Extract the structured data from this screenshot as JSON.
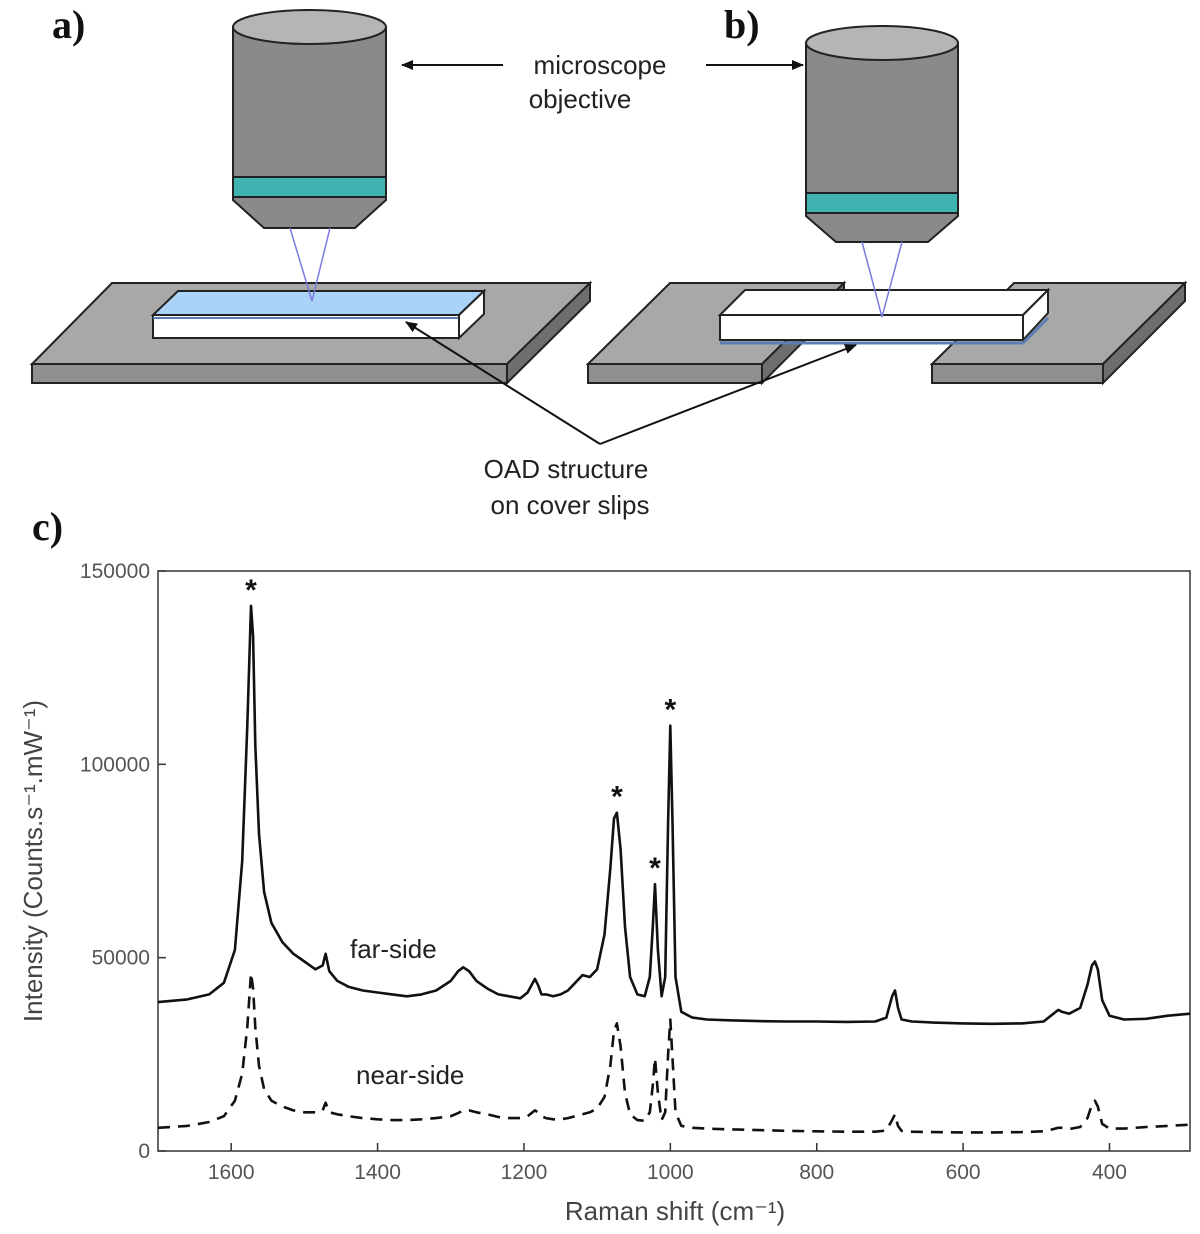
{
  "panels": {
    "a": "a)",
    "b": "b)",
    "c": "c)"
  },
  "callouts": {
    "objective": [
      "microscope",
      "objective"
    ],
    "oad": [
      "OAD structure",
      "on cover slips"
    ]
  },
  "colors": {
    "objective_body": "#8a8a8a",
    "objective_ring": "#3fb3b0",
    "stage": "#a8a8a8",
    "film": "#a9d4f7",
    "beam": "#7a7ae0",
    "trace": "#111111"
  },
  "chart_data": {
    "type": "line",
    "xlabel": "Raman shift (cm⁻¹)",
    "ylabel": "Intensity (Counts.s⁻¹.mW⁻¹)",
    "xlim": [
      1700,
      290
    ],
    "x_reversed": true,
    "ylim": [
      0,
      150000
    ],
    "xticks": [
      1600,
      1400,
      1200,
      1000,
      800,
      600,
      400
    ],
    "yticks": [
      0,
      50000,
      100000,
      150000
    ],
    "grid": false,
    "series": [
      {
        "name": "far-side",
        "style": "solid",
        "x": [
          1700,
          1660,
          1630,
          1610,
          1595,
          1585,
          1578,
          1573,
          1570,
          1567,
          1562,
          1555,
          1545,
          1530,
          1515,
          1500,
          1485,
          1475,
          1471,
          1466,
          1455,
          1440,
          1420,
          1400,
          1380,
          1360,
          1340,
          1320,
          1300,
          1290,
          1283,
          1275,
          1265,
          1250,
          1235,
          1220,
          1205,
          1195,
          1185,
          1181,
          1176,
          1170,
          1160,
          1150,
          1140,
          1130,
          1120,
          1110,
          1100,
          1090,
          1082,
          1077,
          1073,
          1068,
          1062,
          1055,
          1045,
          1035,
          1028,
          1024,
          1021,
          1017,
          1012,
          1007,
          1003,
          1000,
          997,
          993,
          985,
          970,
          950,
          920,
          880,
          840,
          800,
          760,
          720,
          705,
          697,
          693,
          689,
          684,
          670,
          640,
          600,
          560,
          520,
          490,
          480,
          470,
          465,
          455,
          440,
          430,
          424,
          420,
          416,
          410,
          400,
          380,
          350,
          320,
          290
        ],
        "y": [
          38500,
          39200,
          40500,
          43500,
          52000,
          75000,
          110000,
          141000,
          133000,
          105000,
          82000,
          67000,
          59000,
          54000,
          51000,
          49000,
          47000,
          48000,
          51000,
          46500,
          44000,
          42500,
          41500,
          41000,
          40500,
          40000,
          40500,
          41500,
          44000,
          46500,
          47500,
          46500,
          44000,
          42000,
          40500,
          40000,
          39500,
          41000,
          44500,
          43000,
          40500,
          40500,
          40000,
          40500,
          41500,
          43500,
          45500,
          45000,
          47000,
          56000,
          73000,
          86000,
          87500,
          78000,
          58000,
          45000,
          40500,
          40000,
          45000,
          58000,
          69000,
          52000,
          40000,
          45000,
          85000,
          110000,
          85000,
          45000,
          36000,
          34500,
          34000,
          33800,
          33600,
          33500,
          33500,
          33400,
          33500,
          34500,
          40000,
          41500,
          37000,
          34000,
          33500,
          33200,
          33000,
          32900,
          33000,
          33500,
          35000,
          36500,
          36000,
          35500,
          37000,
          43000,
          48000,
          49000,
          47000,
          39000,
          35000,
          34000,
          34200,
          35000,
          35500
        ]
      },
      {
        "name": "near-side",
        "style": "dashed",
        "x": [
          1700,
          1660,
          1630,
          1610,
          1595,
          1585,
          1578,
          1573,
          1570,
          1567,
          1562,
          1555,
          1545,
          1530,
          1515,
          1500,
          1485,
          1475,
          1471,
          1466,
          1455,
          1440,
          1420,
          1400,
          1380,
          1360,
          1340,
          1320,
          1300,
          1290,
          1283,
          1275,
          1265,
          1250,
          1235,
          1220,
          1205,
          1195,
          1185,
          1181,
          1176,
          1170,
          1160,
          1150,
          1140,
          1130,
          1120,
          1110,
          1100,
          1090,
          1082,
          1077,
          1073,
          1068,
          1062,
          1055,
          1045,
          1035,
          1028,
          1024,
          1021,
          1017,
          1012,
          1007,
          1003,
          1000,
          997,
          993,
          985,
          970,
          950,
          920,
          880,
          840,
          800,
          760,
          720,
          705,
          697,
          693,
          689,
          684,
          670,
          640,
          600,
          560,
          520,
          490,
          480,
          470,
          465,
          455,
          440,
          430,
          424,
          420,
          416,
          410,
          400,
          380,
          350,
          320,
          290
        ],
        "y": [
          6000,
          6500,
          7500,
          9000,
          13000,
          20000,
          32000,
          46000,
          42000,
          32000,
          22000,
          16000,
          13000,
          11500,
          10500,
          10000,
          10000,
          10500,
          12500,
          10000,
          9500,
          9000,
          8500,
          8200,
          8000,
          8000,
          8200,
          8500,
          9000,
          9800,
          10500,
          10500,
          10000,
          9500,
          8800,
          8500,
          8500,
          9000,
          10500,
          10000,
          9000,
          8500,
          8200,
          8200,
          8500,
          9000,
          9500,
          10000,
          11000,
          14000,
          22000,
          31000,
          33000,
          27000,
          15000,
          9500,
          8000,
          7800,
          10000,
          17000,
          24000,
          15000,
          8000,
          10000,
          25000,
          34000,
          24000,
          10000,
          6500,
          6000,
          5800,
          5600,
          5400,
          5200,
          5100,
          5000,
          5000,
          5300,
          8000,
          9500,
          6500,
          5200,
          5000,
          4900,
          4800,
          4800,
          4900,
          5100,
          5500,
          6000,
          6000,
          5700,
          6200,
          8500,
          12000,
          13000,
          11500,
          7000,
          5800,
          5800,
          6200,
          6500,
          6800
        ]
      }
    ],
    "peak_markers": [
      {
        "x": 1573,
        "y": 141000,
        "label": "*"
      },
      {
        "x": 1073,
        "y": 87500,
        "label": "*"
      },
      {
        "x": 1021,
        "y": 69000,
        "label": "*"
      },
      {
        "x": 1000,
        "y": 110000,
        "label": "*"
      }
    ]
  }
}
